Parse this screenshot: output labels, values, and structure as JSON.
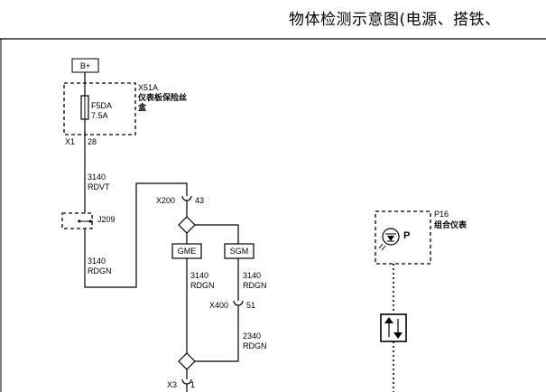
{
  "header": {
    "title": "物体检测示意图(电源、搭铁、"
  },
  "power": {
    "label": "B+"
  },
  "fuse_block": {
    "connector": "X51A",
    "name": "仪表板保险丝盒",
    "fuse_id": "F5DA",
    "fuse_rating": "7.5A",
    "connector_x1": "X1",
    "pin_x1": "28"
  },
  "wire_1": {
    "circuit": "3140",
    "color": "RDVT"
  },
  "splice_j209": {
    "id": "J209"
  },
  "wire_2": {
    "circuit": "3140",
    "color": "RDGN"
  },
  "connector_x200": {
    "id": "X200",
    "pin": "43"
  },
  "gme": {
    "label": "GME"
  },
  "sgm": {
    "label": "SGM"
  },
  "wire_gme": {
    "circuit": "3140",
    "color": "RDGN"
  },
  "wire_sgm": {
    "circuit": "3140",
    "color": "RDGN"
  },
  "connector_x400": {
    "id": "X400",
    "pin": "51"
  },
  "wire_3": {
    "circuit": "2340",
    "color": "RDGN"
  },
  "connector_x3": {
    "id": "X3",
    "pin": "1"
  },
  "instrument_cluster": {
    "id": "P16",
    "name": "组合仪表",
    "symbol": "P"
  }
}
